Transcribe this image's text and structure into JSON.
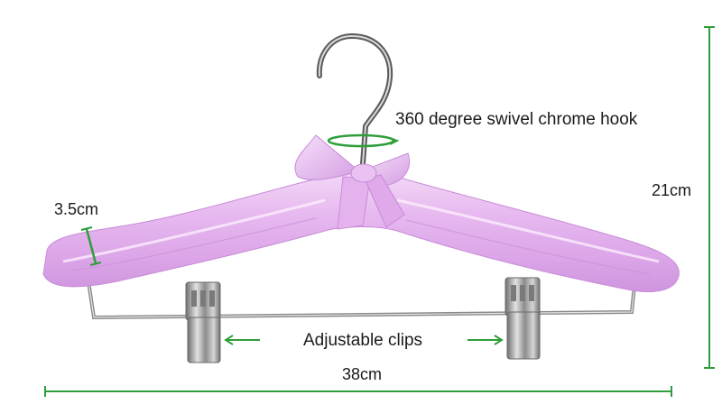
{
  "labels": {
    "hook": "360 degree swivel chrome hook",
    "height": "21cm",
    "thickness": "3.5cm",
    "clips": "Adjustable clips",
    "width": "38cm"
  },
  "colors": {
    "guide_green": "#2e9e3a",
    "satin_pink": "#e7b9f0",
    "chrome": "#9a9a9a"
  }
}
